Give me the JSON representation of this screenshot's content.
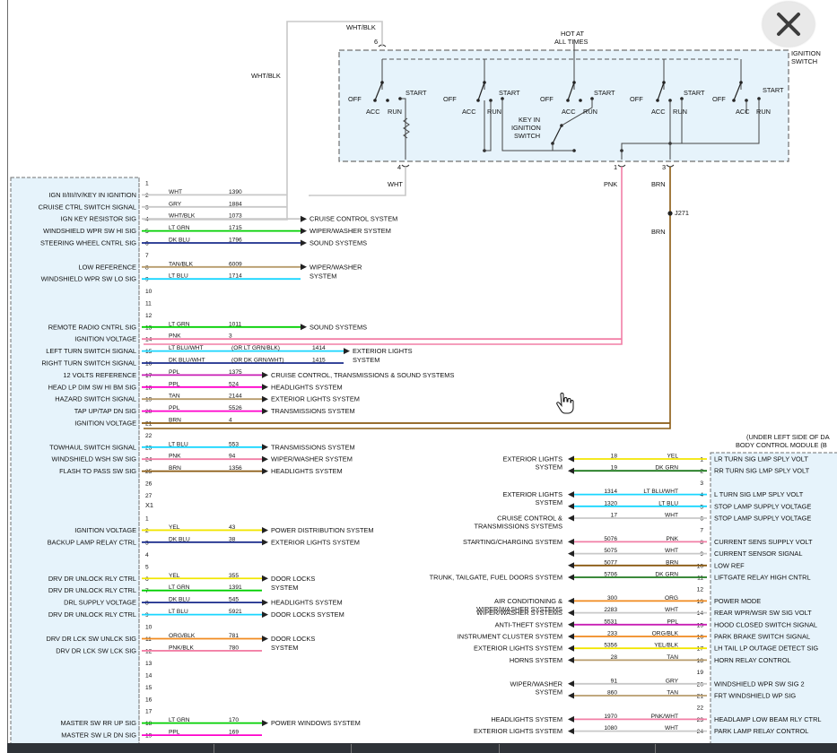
{
  "ignition_switch": {
    "title": [
      "IGNITION",
      "SWITCH"
    ],
    "hot": [
      "HOT AT",
      "ALL TIMES"
    ],
    "key_in": [
      "KEY IN",
      "IGNITION",
      "SWITCH"
    ],
    "off": "OFF",
    "acc": "ACC",
    "run": "RUN",
    "start": "START",
    "pin_6": "6",
    "pin_4": "4",
    "pin_1": "1",
    "pin_3": "3",
    "wire_top": "WHT/BLK",
    "wire_side": "WHT/BLK",
    "wire_4": "WHT",
    "wire_1": "PNK",
    "wire_3": "BRN",
    "splice": "J271",
    "wire_3b": "BRN"
  },
  "bcm": {
    "title": [
      "(UNDER LEFT SIDE OF DA",
      "BODY CONTROL MODULE (B"
    ]
  },
  "connector_x1": "X1",
  "left_rows_a": [
    {
      "pin": "1",
      "sig": "",
      "color": "",
      "circuit": "",
      "dest": [],
      "wire": ""
    },
    {
      "pin": "2",
      "sig": "IGN II/III/IV/KEY IN IGNITION",
      "color": "WHT",
      "circuit": "1390",
      "dest": [],
      "wire": "#c8c8c8"
    },
    {
      "pin": "3",
      "sig": "CRUISE CTRL SWITCH SIGNAL",
      "color": "GRY",
      "circuit": "1884",
      "dest": [],
      "wire": "#c8c8c8"
    },
    {
      "pin": "4",
      "sig": "IGN KEY RESISTOR SIG",
      "color": "WHT/BLK",
      "circuit": "1073",
      "dest": [
        "CRUISE CONTROL SYSTEM"
      ],
      "wire": "#c8c8c8"
    },
    {
      "pin": "5",
      "sig": "WINDSHIELD WPR SW HI SIG",
      "color": "LT GRN",
      "circuit": "1715",
      "dest": [
        "WIPER/WASHER SYSTEM"
      ],
      "wire": "#00d000"
    },
    {
      "pin": "6",
      "sig": "STEERING WHEEL CNTRL SIG",
      "color": "DK BLU",
      "circuit": "1796",
      "dest": [
        "SOUND SYSTEMS"
      ],
      "wire": "#1a2b8c"
    },
    {
      "pin": "7",
      "sig": "",
      "color": "",
      "circuit": "",
      "dest": [],
      "wire": ""
    },
    {
      "pin": "8",
      "sig": "LOW REFERENCE",
      "color": "TAN/BLK",
      "circuit": "6009",
      "dest": [
        "WIPER/WASHER",
        "SYSTEM"
      ],
      "wire": "#b79b6b"
    },
    {
      "pin": "9",
      "sig": "WINDSHIELD WPR SW LO SIG",
      "color": "LT BLU",
      "circuit": "1714",
      "dest": [],
      "wire": "#19d6ff"
    },
    {
      "pin": "10",
      "sig": "",
      "color": "",
      "circuit": "",
      "dest": [],
      "wire": ""
    },
    {
      "pin": "11",
      "sig": "",
      "color": "",
      "circuit": "",
      "dest": [],
      "wire": ""
    },
    {
      "pin": "12",
      "sig": "",
      "color": "",
      "circuit": "",
      "dest": [],
      "wire": ""
    },
    {
      "pin": "13",
      "sig": "REMOTE RADIO CNTRL SIG",
      "color": "LT GRN",
      "circuit": "1011",
      "dest": [
        "SOUND SYSTEMS"
      ],
      "wire": "#00d000"
    },
    {
      "pin": "14",
      "sig": "IGNITION VOLTAGE",
      "color": "PNK",
      "circuit": "3",
      "dest": [],
      "wire": "#f27fa6"
    },
    {
      "pin": "15",
      "sig": "LEFT TURN SWITCH SIGNAL",
      "color": "LT BLU/WHT",
      "circuit": "1414",
      "alt": "(OR LT GRN/BLK)",
      "dest": [
        "EXTERIOR LIGHTS",
        "SYSTEM"
      ],
      "wire": "#19d6ff"
    },
    {
      "pin": "16",
      "sig": "RIGHT TURN SWITCH SIGNAL",
      "color": "DK BLU/WHT",
      "circuit": "1415",
      "alt": "(OR DK GRN/WHT)",
      "dest": [],
      "wire": "#1a2b8c"
    },
    {
      "pin": "17",
      "sig": "12 VOLTS REFERENCE",
      "color": "PPL",
      "circuit": "1375",
      "dest": [
        "CRUISE CONTROL, TRANSMISSIONS & SOUND SYSTEMS"
      ],
      "wire": "#c81eb4"
    },
    {
      "pin": "18",
      "sig": "HEAD LP DIM SW HI BM SIG",
      "color": "PPL",
      "circuit": "524",
      "dest": [
        "HEADLIGHTS SYSTEM"
      ],
      "wire": "#ff00cc"
    },
    {
      "pin": "19",
      "sig": "HAZARD SWITCH SIGNAL",
      "color": "TAN",
      "circuit": "2144",
      "dest": [
        "EXTERIOR LIGHTS SYSTEM"
      ],
      "wire": "#b79b6b"
    },
    {
      "pin": "20",
      "sig": "TAP UP/TAP DN SIG",
      "color": "PPL",
      "circuit": "5526",
      "dest": [
        "TRANSMISSIONS SYSTEM"
      ],
      "wire": "#ff00cc"
    },
    {
      "pin": "21",
      "sig": "IGNITION VOLTAGE",
      "color": "BRN",
      "circuit": "4",
      "dest": [],
      "wire": "#8a5a12"
    },
    {
      "pin": "22",
      "sig": "",
      "color": "",
      "circuit": "",
      "dest": [],
      "wire": ""
    },
    {
      "pin": "23",
      "sig": "TOWHAUL SWITCH SIGNAL",
      "color": "LT BLU",
      "circuit": "553",
      "dest": [
        "TRANSMISSIONS SYSTEM"
      ],
      "wire": "#19d6ff"
    },
    {
      "pin": "24",
      "sig": "WINDSHIELD WSH SW SIG",
      "color": "PNK",
      "circuit": "94",
      "dest": [
        "WIPER/WASHER SYSTEM"
      ],
      "wire": "#f27fa6"
    },
    {
      "pin": "25",
      "sig": "FLASH TO PASS SW SIG",
      "color": "BRN",
      "circuit": "1356",
      "dest": [
        "HEADLIGHTS SYSTEM"
      ],
      "wire": "#8a5a12"
    },
    {
      "pin": "26",
      "sig": "",
      "color": "",
      "circuit": "",
      "dest": [],
      "wire": ""
    },
    {
      "pin": "27",
      "sig": "",
      "color": "",
      "circuit": "",
      "dest": [],
      "wire": ""
    }
  ],
  "left_rows_b": [
    {
      "pin": "1",
      "sig": "",
      "color": "",
      "circuit": "",
      "dest": [],
      "wire": ""
    },
    {
      "pin": "2",
      "sig": "IGNITION VOLTAGE",
      "color": "YEL",
      "circuit": "43",
      "dest": [
        "POWER DISTRIBUTION SYSTEM"
      ],
      "wire": "#f2e600"
    },
    {
      "pin": "3",
      "sig": "BACKUP LAMP RELAY CTRL",
      "color": "DK BLU",
      "circuit": "38",
      "dest": [
        "EXTERIOR LIGHTS SYSTEM"
      ],
      "wire": "#1a2b8c"
    },
    {
      "pin": "4",
      "sig": "",
      "color": "",
      "circuit": "",
      "dest": [],
      "wire": ""
    },
    {
      "pin": "5",
      "sig": "",
      "color": "",
      "circuit": "",
      "dest": [],
      "wire": ""
    },
    {
      "pin": "6",
      "sig": "DRV DR UNLOCK RLY CTRL",
      "color": "YEL",
      "circuit": "355",
      "dest": [
        "DOOR LOCKS",
        "SYSTEM"
      ],
      "wire": "#f2e600"
    },
    {
      "pin": "7",
      "sig": "DRV DR UNLOCK RLY CTRL",
      "color": "LT GRN",
      "circuit": "1391",
      "dest": [],
      "wire": "#00d000"
    },
    {
      "pin": "8",
      "sig": "DRL SUPPLY VOLTAGE",
      "color": "DK BLU",
      "circuit": "545",
      "dest": [
        "HEADLIGHTS SYSTEM"
      ],
      "wire": "#1a2b8c"
    },
    {
      "pin": "9",
      "sig": "DRV DR UNLOCK RLY CTRL",
      "color": "LT BLU",
      "circuit": "5921",
      "dest": [
        "DOOR LOCKS SYSTEM"
      ],
      "wire": "#19d6ff"
    },
    {
      "pin": "10",
      "sig": "",
      "color": "",
      "circuit": "",
      "dest": [],
      "wire": ""
    },
    {
      "pin": "11",
      "sig": "DRV DR LCK SW UNLCK SIG",
      "color": "ORG/BLK",
      "circuit": "781",
      "dest": [
        "DOOR LOCKS",
        "SYSTEM"
      ],
      "wire": "#f08a1e"
    },
    {
      "pin": "12",
      "sig": "DRV DR LCK SW LCK SIG",
      "color": "PNK/BLK",
      "circuit": "780",
      "dest": [],
      "wire": "#f27fa6"
    },
    {
      "pin": "13",
      "sig": "",
      "color": "",
      "circuit": "",
      "dest": [],
      "wire": ""
    },
    {
      "pin": "14",
      "sig": "",
      "color": "",
      "circuit": "",
      "dest": [],
      "wire": ""
    },
    {
      "pin": "15",
      "sig": "",
      "color": "",
      "circuit": "",
      "dest": [],
      "wire": ""
    },
    {
      "pin": "16",
      "sig": "",
      "color": "",
      "circuit": "",
      "dest": [],
      "wire": ""
    },
    {
      "pin": "17",
      "sig": "",
      "color": "",
      "circuit": "",
      "dest": [],
      "wire": ""
    },
    {
      "pin": "18",
      "sig": "MASTER SW RR UP SIG",
      "color": "LT GRN",
      "circuit": "170",
      "dest": [
        "POWER WINDOWS SYSTEM"
      ],
      "wire": "#00d000"
    },
    {
      "pin": "19",
      "sig": "MASTER SW LR DN SIG",
      "color": "PPL",
      "circuit": "169",
      "dest": [],
      "wire": "#ff00cc"
    }
  ],
  "right_rows": [
    {
      "pin": "1",
      "sig": "LR TURN SIG LMP SPLY VOLT",
      "color": "YEL",
      "circuit": "18",
      "src": [
        "EXTERIOR LIGHTS",
        "SYSTEM"
      ],
      "wire": "#f2e600"
    },
    {
      "pin": "2",
      "sig": "RR TURN SIG LMP SPLY VOLT",
      "color": "DK GRN",
      "circuit": "19",
      "src": [],
      "wire": "#1f7a1f"
    },
    {
      "pin": "3",
      "sig": "",
      "color": "",
      "circuit": "",
      "src": [],
      "wire": ""
    },
    {
      "pin": "4",
      "sig": "L TURN SIG LMP SPLY VOLT",
      "color": "LT BLU/WHT",
      "circuit": "1314",
      "src": [
        "EXTERIOR LIGHTS",
        "SYSTEM"
      ],
      "wire": "#19d6ff"
    },
    {
      "pin": "5",
      "sig": "STOP LAMP SUPPLY VOLTAGE",
      "color": "LT BLU",
      "circuit": "1320",
      "src": [],
      "wire": "#19d6ff"
    },
    {
      "pin": "6",
      "sig": "STOP LAMP SUPPLY VOLTAGE",
      "color": "WHT",
      "circuit": "17",
      "src": [
        "CRUISE CONTROL &",
        "TRANSMISSIONS SYSTEMS"
      ],
      "wire": "#c8c8c8"
    },
    {
      "pin": "7",
      "sig": "",
      "color": "",
      "circuit": "",
      "src": [],
      "wire": ""
    },
    {
      "pin": "8",
      "sig": "CURRENT SENS SUPPLY VOLT",
      "color": "PNK",
      "circuit": "5076",
      "src": [
        "STARTING/CHARGING SYSTEM"
      ],
      "wire": "#f27fa6"
    },
    {
      "pin": "9",
      "sig": "CURRENT SENSOR SIGNAL",
      "color": "WHT",
      "circuit": "5075",
      "src": [],
      "wire": "#c8c8c8"
    },
    {
      "pin": "10",
      "sig": "LOW REF",
      "color": "BRN",
      "circuit": "5077",
      "src": [],
      "wire": "#8a5a12"
    },
    {
      "pin": "11",
      "sig": "LIFTGATE RELAY HIGH CNTRL",
      "color": "DK GRN",
      "circuit": "5706",
      "src": [
        "TRUNK, TAILGATE, FUEL DOORS SYSTEM"
      ],
      "wire": "#1f7a1f"
    },
    {
      "pin": "12",
      "sig": "",
      "color": "",
      "circuit": "",
      "src": [],
      "wire": ""
    },
    {
      "pin": "13",
      "sig": "POWER MODE",
      "color": "ORG",
      "circuit": "300",
      "src": [
        "AIR CONDITIONING &",
        "WIPER/WASHER SYSTEMS"
      ],
      "wire": "#f08a1e"
    },
    {
      "pin": "14",
      "sig": "REAR WPR/WSR SW SIG VOLT",
      "color": "WHT",
      "circuit": "2283",
      "src": [
        "WIPER/WASHER SYSTEMS"
      ],
      "wire": "#c8c8c8"
    },
    {
      "pin": "15",
      "sig": "HOOD CLOSED SWITCH SIGNAL",
      "color": "PPL",
      "circuit": "5531",
      "src": [
        "ANTI-THEFT SYSTEM"
      ],
      "wire": "#c81eb4"
    },
    {
      "pin": "16",
      "sig": "PARK BRAKE SWITCH SIGNAL",
      "color": "ORG/BLK",
      "circuit": "233",
      "src": [
        "INSTRUMENT CLUSTER SYSTEM"
      ],
      "wire": "#f08a1e"
    },
    {
      "pin": "17",
      "sig": "LH TAIL LP OUTAGE DETECT SIG",
      "color": "YEL/BLK",
      "circuit": "5356",
      "src": [
        "EXTERIOR LIGHTS SYSTEM"
      ],
      "wire": "#f2e600"
    },
    {
      "pin": "18",
      "sig": "HORN RELAY CONTROL",
      "color": "TAN",
      "circuit": "28",
      "src": [
        "HORNS SYSTEM"
      ],
      "wire": "#b79b6b"
    },
    {
      "pin": "19",
      "sig": "",
      "color": "",
      "circuit": "",
      "src": [],
      "wire": ""
    },
    {
      "pin": "20",
      "sig": "WINDSHIELD WPR SW SIG 2",
      "color": "GRY",
      "circuit": "91",
      "src": [
        "WIPER/WASHER",
        "SYSTEM"
      ],
      "wire": "#c8c8c8"
    },
    {
      "pin": "21",
      "sig": "FRT WINDSHIELD WP SIG",
      "color": "TAN",
      "circuit": "860",
      "src": [],
      "wire": "#b79b6b"
    },
    {
      "pin": "22",
      "sig": "",
      "color": "",
      "circuit": "",
      "src": [],
      "wire": ""
    },
    {
      "pin": "23",
      "sig": "HEADLAMP LOW BEAM RLY CTRL",
      "color": "PNK/WHT",
      "circuit": "1970",
      "src": [
        "HEADLIGHTS SYSTEM"
      ],
      "wire": "#f27fa6"
    },
    {
      "pin": "24",
      "sig": "PARK LAMP RELAY CONTROL",
      "color": "WHT",
      "circuit": "1080",
      "src": [
        "EXTERIOR LIGHTS SYSTEM"
      ],
      "wire": "#c8c8c8"
    }
  ],
  "colors": {
    "panel_fill": "#e6f3fb",
    "panel_stroke": "#707070",
    "ui_dark": "#2f3338",
    "close_bg": "#e9e9e9"
  },
  "icons": {
    "close": "close-icon",
    "cursor": "hand-pointer-icon"
  }
}
